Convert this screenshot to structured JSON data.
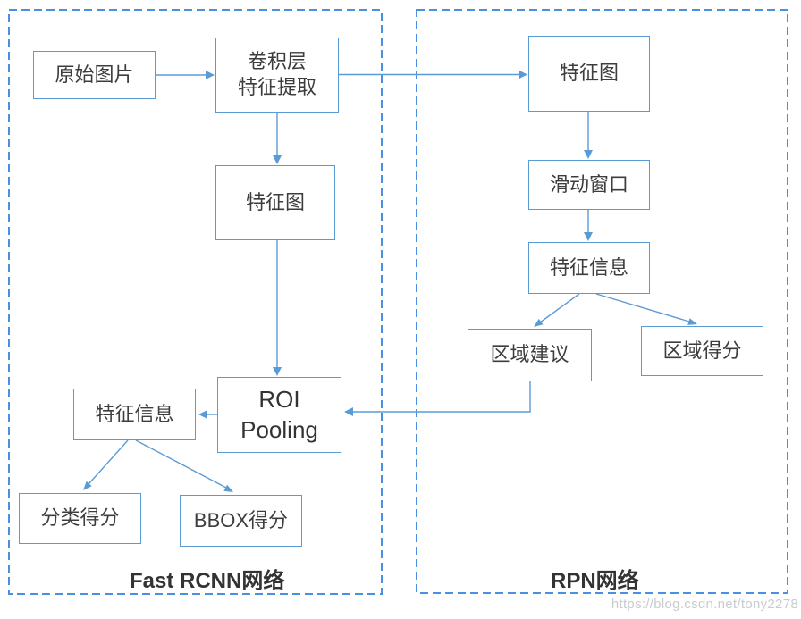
{
  "diagram": {
    "panels": [
      {
        "id": "fast-rcnn",
        "label": "Fast RCNN网络"
      },
      {
        "id": "rpn",
        "label": "RPN网络"
      }
    ],
    "nodes": {
      "original_image": {
        "label": "原始图片"
      },
      "conv_feature_extract": {
        "line1": "卷积层",
        "line2": "特征提取"
      },
      "feature_map_fast": {
        "label": "特征图"
      },
      "roi_pooling": {
        "line1": "ROI",
        "line2": "Pooling"
      },
      "feature_info_fast": {
        "label": "特征信息"
      },
      "cls_score": {
        "label": "分类得分"
      },
      "bbox_score": {
        "label": "BBOX得分"
      },
      "feature_map_rpn": {
        "label": "特征图"
      },
      "sliding_window": {
        "label": "滑动窗口"
      },
      "feature_info_rpn": {
        "label": "特征信息"
      },
      "region_proposal": {
        "label": "区域建议"
      },
      "region_score": {
        "label": "区域得分"
      }
    },
    "edges": [
      {
        "from": "original_image",
        "to": "conv_feature_extract"
      },
      {
        "from": "conv_feature_extract",
        "to": "feature_map_fast"
      },
      {
        "from": "conv_feature_extract",
        "to": "feature_map_rpn"
      },
      {
        "from": "feature_map_fast",
        "to": "roi_pooling"
      },
      {
        "from": "feature_map_rpn",
        "to": "sliding_window"
      },
      {
        "from": "sliding_window",
        "to": "feature_info_rpn"
      },
      {
        "from": "feature_info_rpn",
        "to": "region_proposal"
      },
      {
        "from": "feature_info_rpn",
        "to": "region_score"
      },
      {
        "from": "region_proposal",
        "to": "roi_pooling"
      },
      {
        "from": "roi_pooling",
        "to": "feature_info_fast"
      },
      {
        "from": "feature_info_fast",
        "to": "cls_score"
      },
      {
        "from": "feature_info_fast",
        "to": "bbox_score"
      }
    ],
    "watermark": "https://blog.csdn.net/tony2278",
    "colors": {
      "box_border": "#5b9bd5",
      "dashed_border": "#4a90e2",
      "arrow": "#5b9bd5",
      "text": "#3d3d3d",
      "watermark": "#c7ccd1"
    }
  }
}
